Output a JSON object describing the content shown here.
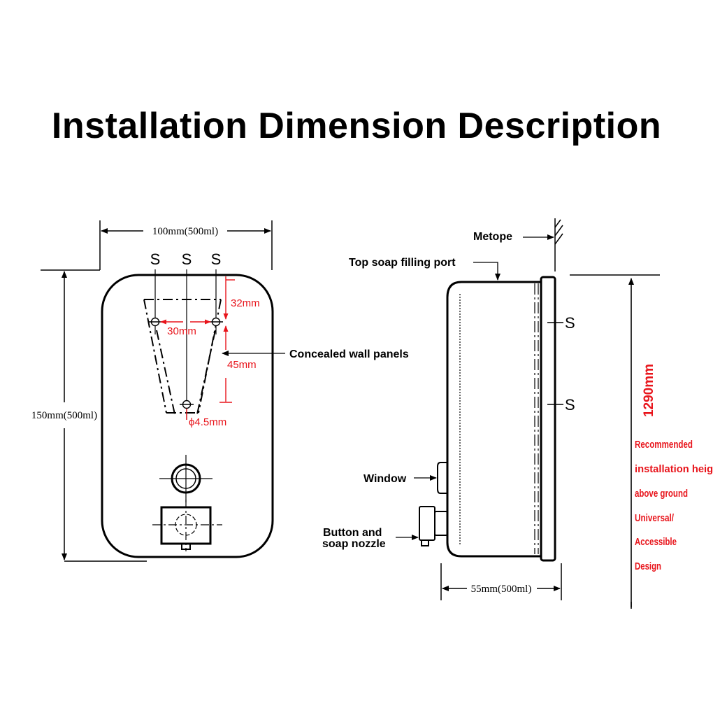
{
  "title": "Installation Dimension Description",
  "front_view": {
    "width_label": "100mm(500ml)",
    "height_label": "150mm(500ml)",
    "screw_marks": [
      "S",
      "S",
      "S"
    ],
    "hole_spacing_label": "30mm",
    "top_offset_label": "32mm",
    "vertical_spacing_label": "45mm",
    "hole_diameter_label": "ϕ4.5mm",
    "concealed_panels_label": "Concealed wall panels"
  },
  "side_view": {
    "metope_label": "Metope",
    "filling_port_label": "Top soap filling port",
    "screw_marks": [
      "S",
      "S"
    ],
    "window_label": "Window",
    "button_label_line1": "Button and",
    "button_label_line2": "soap nozzle",
    "depth_label": "55mm(500ml)"
  },
  "height_info": {
    "height_label": "1290mm",
    "note_lines": [
      "Recommended",
      "installation height",
      "above ground",
      "Universal/",
      "Accessible",
      "Design"
    ]
  },
  "colors": {
    "line": "#000000",
    "accent_red": "#e8141b"
  }
}
